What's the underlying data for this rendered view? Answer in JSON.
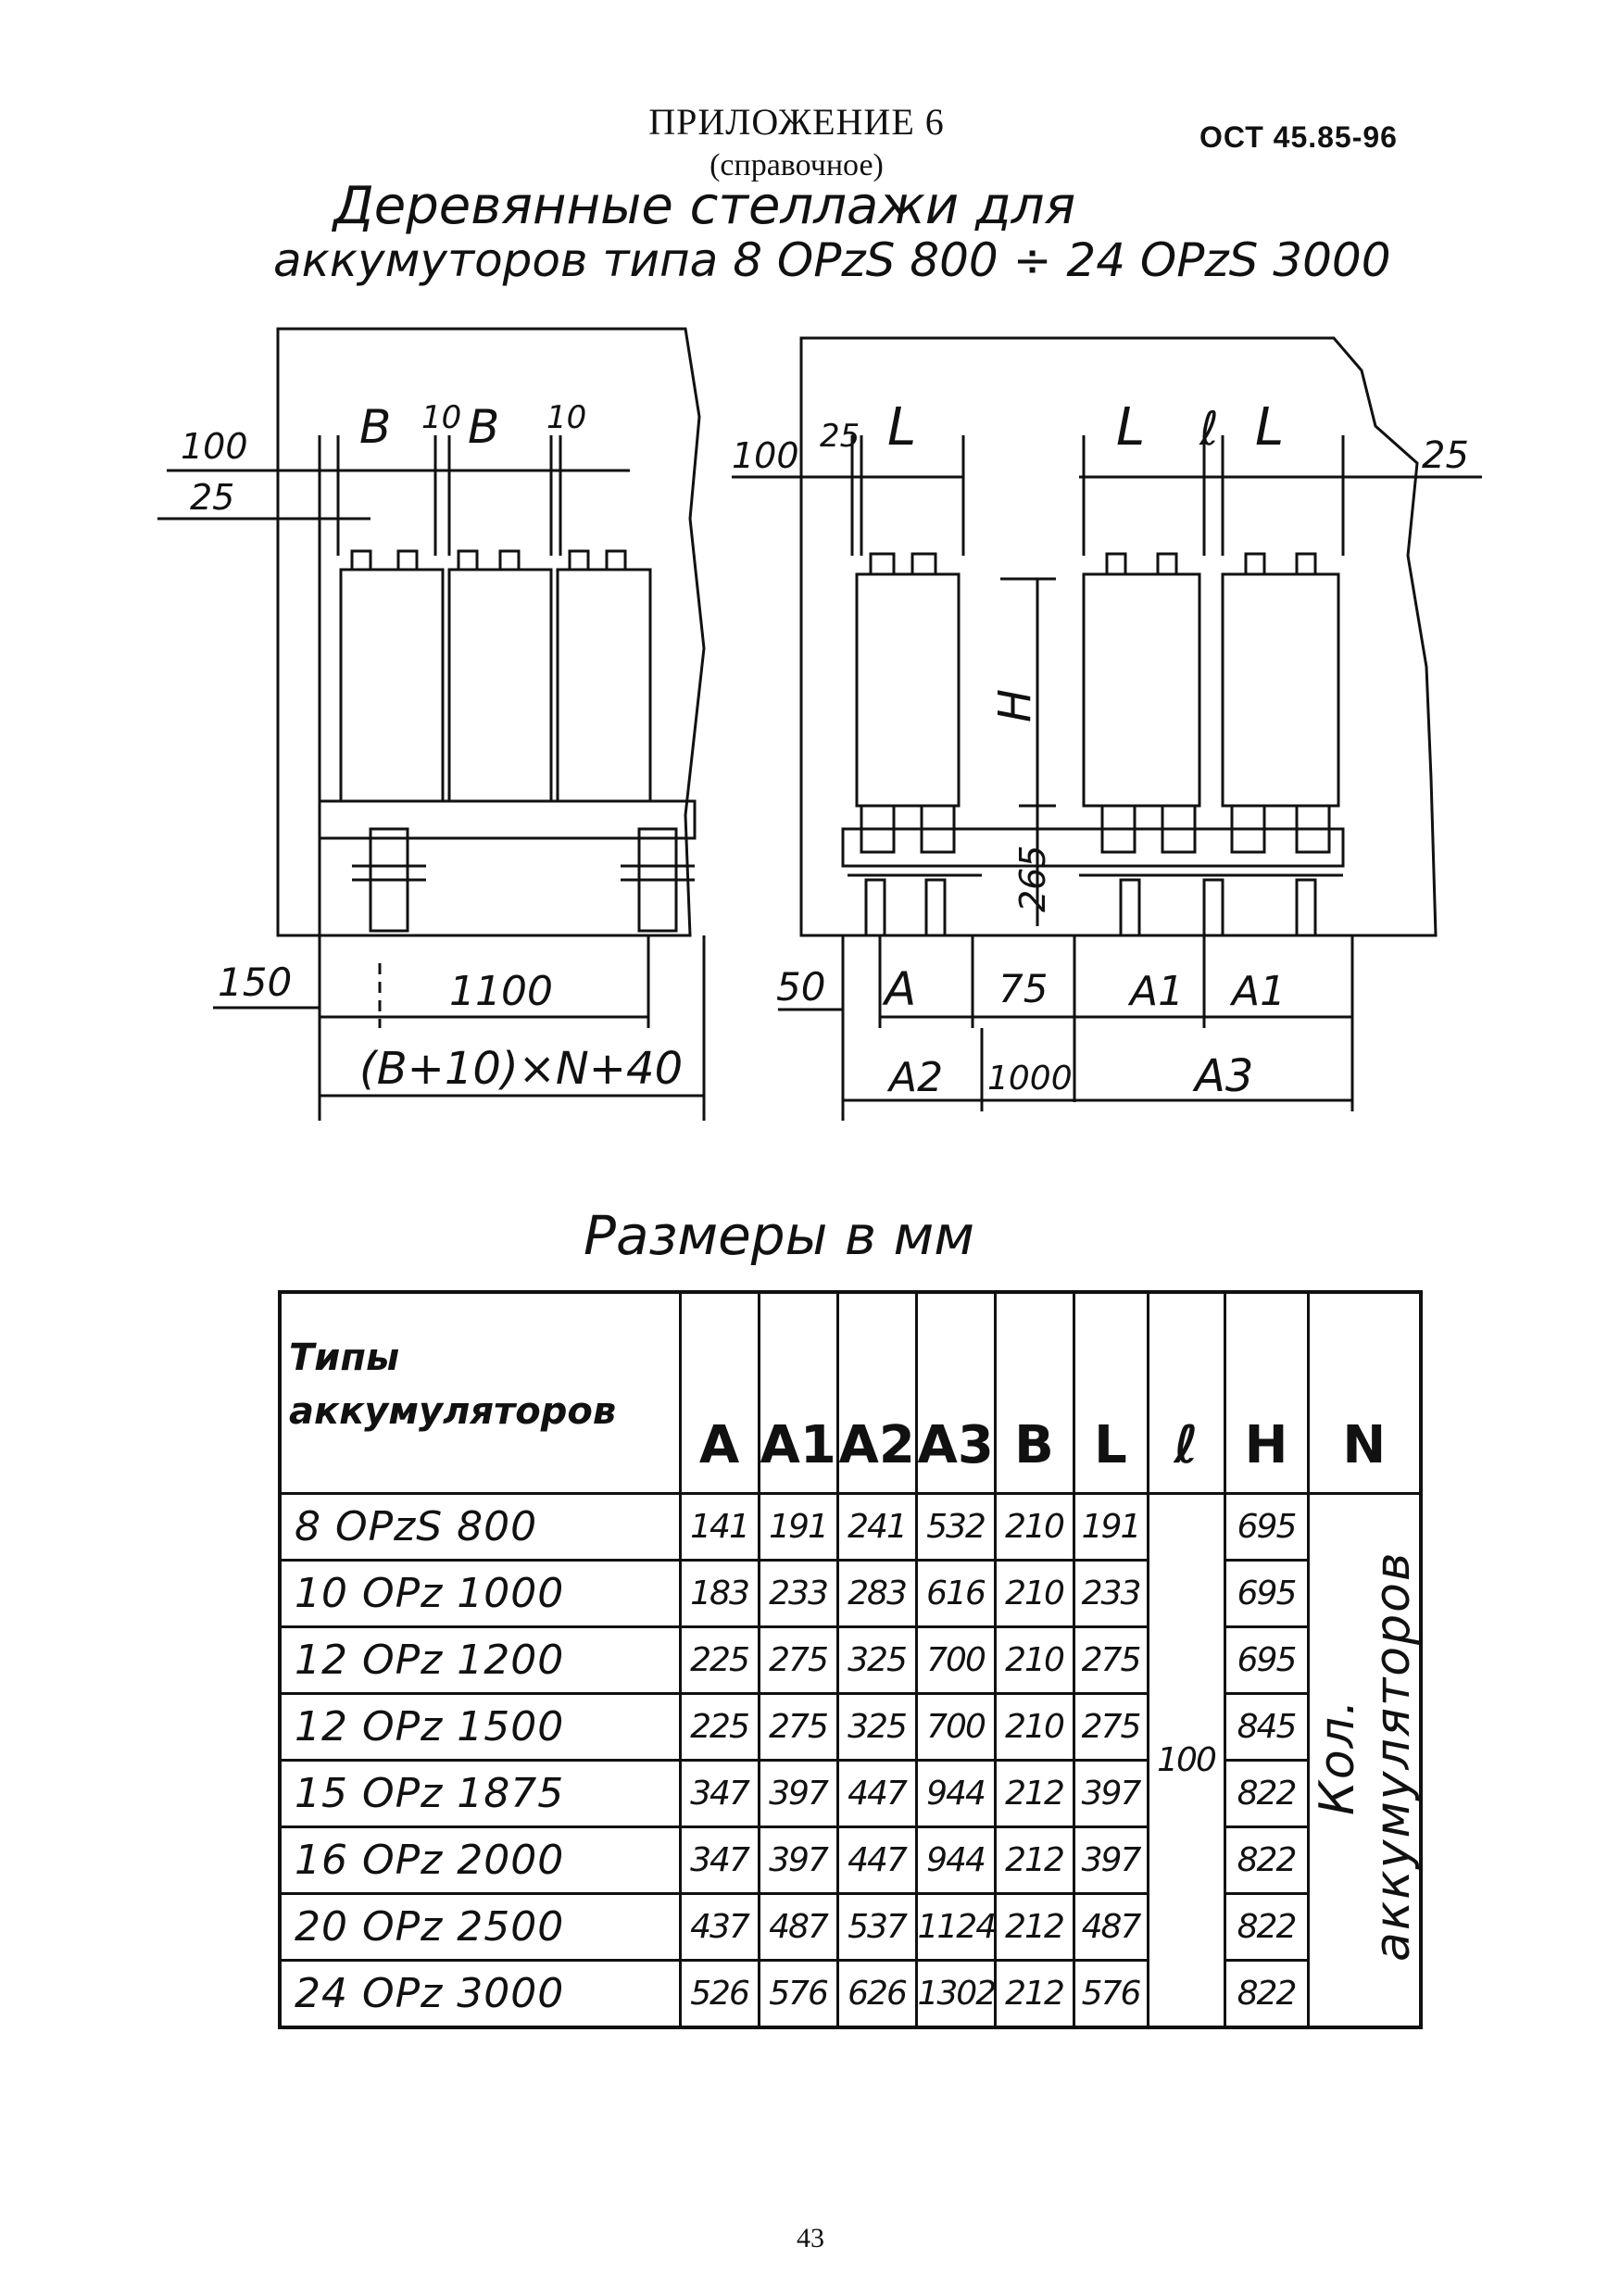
{
  "header": {
    "appendix_title": "ПРИЛОЖЕНИЕ 6",
    "appendix_subtitle": "(справочное)",
    "doc_code": "ОСТ 45.85-96",
    "drawing_title_line1": "Деревянные стеллажи для",
    "drawing_title_line2": "аккумуторов типа 8 OPzS 800 ÷ 24 OPzS 3000"
  },
  "drawing": {
    "left_view": {
      "dim_B1": "B",
      "dim_10a": "10",
      "dim_B2": "B",
      "dim_10b": "10",
      "dim_100": "100",
      "dim_25": "25",
      "dim_150": "150",
      "dim_1100": "1100",
      "dim_formula": "(B+10)×N+40"
    },
    "right_view": {
      "dim_100": "100",
      "dim_25_left": "25",
      "dim_L1": "L",
      "dim_L2": "L",
      "dim_l": "ℓ",
      "dim_L3": "L",
      "dim_25_right": "25",
      "dim_H": "H",
      "dim_265": "265",
      "dim_50": "50",
      "dim_A": "A",
      "dim_75": "75",
      "dim_A1a": "A1",
      "dim_A1b": "A1",
      "dim_A2": "A2",
      "dim_1000": "1000",
      "dim_A3": "A3"
    }
  },
  "units_caption": "Размеры в мм",
  "table": {
    "headers": [
      "Типы аккумуляторов",
      "A",
      "A1",
      "A2",
      "A3",
      "B",
      "L",
      "ℓ",
      "H",
      "N"
    ],
    "l_value": "100",
    "n_value": "Кол. аккумуляторов",
    "rows": [
      {
        "type": "8 OPzS 800",
        "A": "141",
        "A1": "191",
        "A2": "241",
        "A3": "532",
        "B": "210",
        "L": "191",
        "H": "695"
      },
      {
        "type": "10 OPz 1000",
        "A": "183",
        "A1": "233",
        "A2": "283",
        "A3": "616",
        "B": "210",
        "L": "233",
        "H": "695"
      },
      {
        "type": "12 OPz 1200",
        "A": "225",
        "A1": "275",
        "A2": "325",
        "A3": "700",
        "B": "210",
        "L": "275",
        "H": "695"
      },
      {
        "type": "12 OPz 1500",
        "A": "225",
        "A1": "275",
        "A2": "325",
        "A3": "700",
        "B": "210",
        "L": "275",
        "H": "845"
      },
      {
        "type": "15 OPz 1875",
        "A": "347",
        "A1": "397",
        "A2": "447",
        "A3": "944",
        "B": "212",
        "L": "397",
        "H": "822"
      },
      {
        "type": "16 OPz 2000",
        "A": "347",
        "A1": "397",
        "A2": "447",
        "A3": "944",
        "B": "212",
        "L": "397",
        "H": "822"
      },
      {
        "type": "20 OPz 2500",
        "A": "437",
        "A1": "487",
        "A2": "537",
        "A3": "1124",
        "B": "212",
        "L": "487",
        "H": "822"
      },
      {
        "type": "24 OPz 3000",
        "A": "526",
        "A1": "576",
        "A2": "626",
        "A3": "1302",
        "B": "212",
        "L": "576",
        "H": "822"
      }
    ]
  },
  "page_number": "43"
}
